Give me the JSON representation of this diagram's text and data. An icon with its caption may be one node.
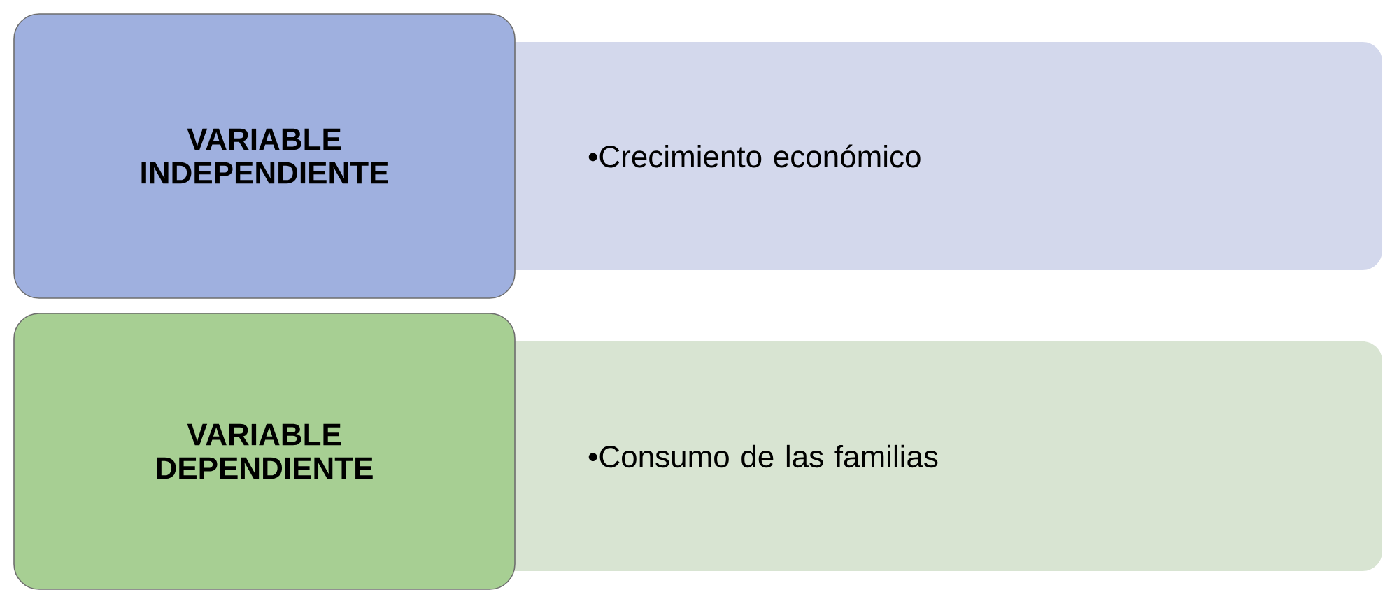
{
  "diagram": {
    "nodes": [
      {
        "text": [
          "VARIABLE INDEPENDIENTE"
        ]
      },
      {
        "text": [
          "•Crecimiento económico"
        ]
      },
      {
        "text": [
          "VARIABLE DEPENDIENTE"
        ]
      },
      {
        "text": [
          "•Consumo de las familias"
        ]
      }
    ]
  }
}
